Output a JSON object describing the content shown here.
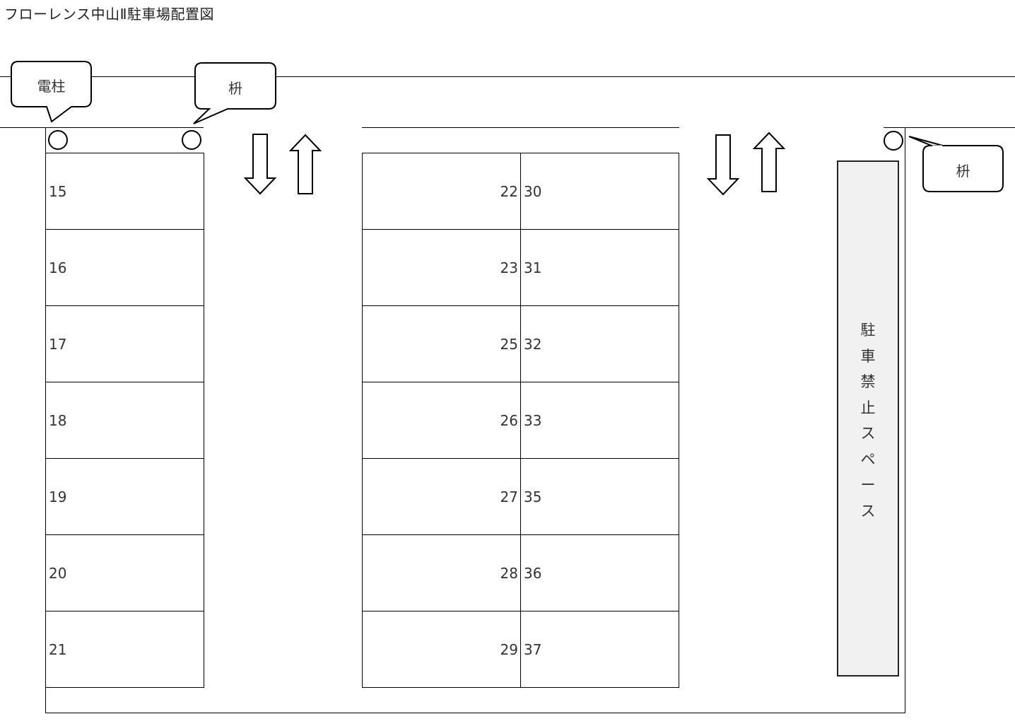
{
  "title": "フローレンス中山Ⅱ駐車場配置図",
  "callouts": {
    "pole": "電柱",
    "basin_left": "枡",
    "basin_right": "枡"
  },
  "left_column": [
    "15",
    "16",
    "17",
    "18",
    "19",
    "20",
    "21"
  ],
  "middle_left_column": [
    "22",
    "23",
    "25",
    "26",
    "27",
    "28",
    "29"
  ],
  "middle_right_column": [
    "30",
    "31",
    "32",
    "33",
    "35",
    "36",
    "37"
  ],
  "no_parking": [
    "駐",
    "車",
    "禁",
    "止",
    "ス",
    "ペ",
    "ー",
    "ス"
  ],
  "arrows": [
    {
      "direction": "down",
      "icon": "down-arrow-icon"
    },
    {
      "direction": "up",
      "icon": "up-arrow-icon"
    },
    {
      "direction": "down",
      "icon": "down-arrow-icon"
    },
    {
      "direction": "up",
      "icon": "up-arrow-icon"
    }
  ]
}
